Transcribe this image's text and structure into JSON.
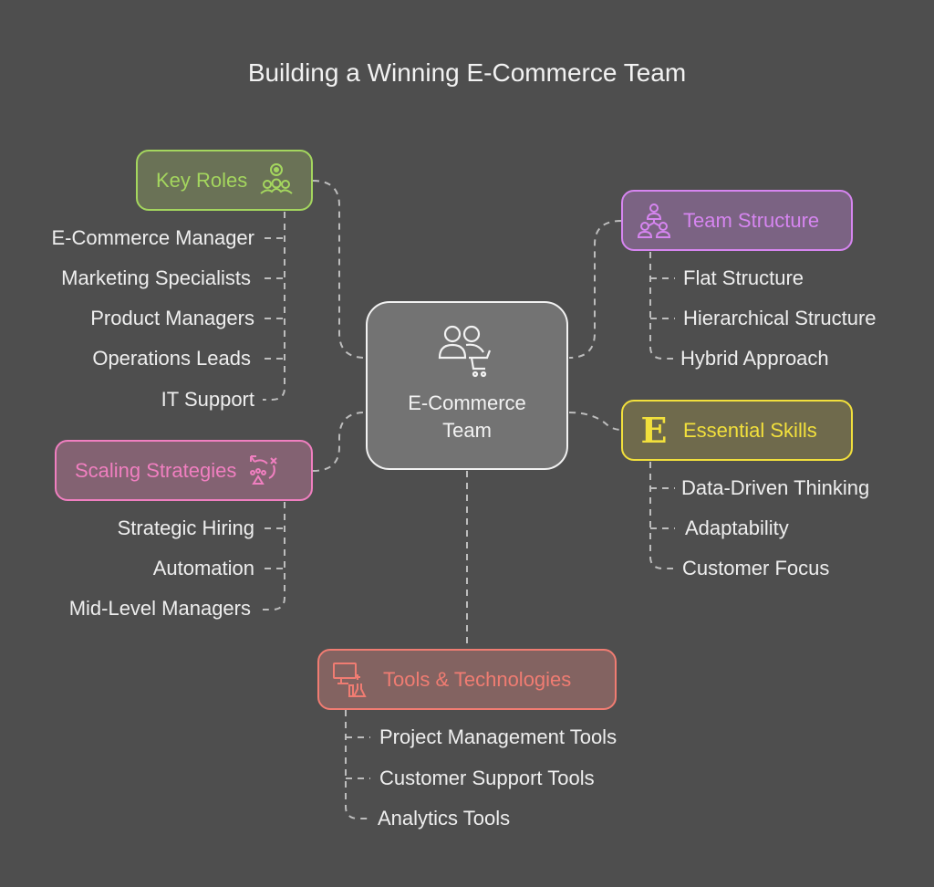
{
  "title": "Building a Winning E-Commerce Team",
  "center": {
    "line1": "E-Commerce",
    "line2": "Team",
    "icon": "team-cart-icon"
  },
  "branches": {
    "key_roles": {
      "label": "Key Roles",
      "icon": "team-goal-icon",
      "color": "#a4d65e",
      "items": [
        "E-Commerce Manager",
        "Marketing Specialists",
        "Product Managers",
        "Operations Leads",
        "IT Support"
      ]
    },
    "team_structure": {
      "label": "Team Structure",
      "icon": "hierarchy-icon",
      "color": "#d685f0",
      "items": [
        "Flat Structure",
        "Hierarchical Structure",
        "Hybrid Approach"
      ]
    },
    "scaling_strategies": {
      "label": "Scaling Strategies",
      "icon": "scaling-strategy-icon",
      "color": "#f07fc0",
      "items": [
        "Strategic Hiring",
        "Automation",
        "Mid-Level Managers"
      ]
    },
    "essential_skills": {
      "label": "Essential Skills",
      "icon": "letter-e-icon",
      "color": "#f2e03c",
      "items": [
        "Data-Driven Thinking",
        "Adaptability",
        "Customer Focus"
      ]
    },
    "tools_technologies": {
      "label": "Tools & Technologies",
      "icon": "computer-lab-icon",
      "color": "#f07c72",
      "items": [
        "Project Management Tools",
        "Customer Support Tools",
        "Analytics Tools"
      ]
    }
  }
}
